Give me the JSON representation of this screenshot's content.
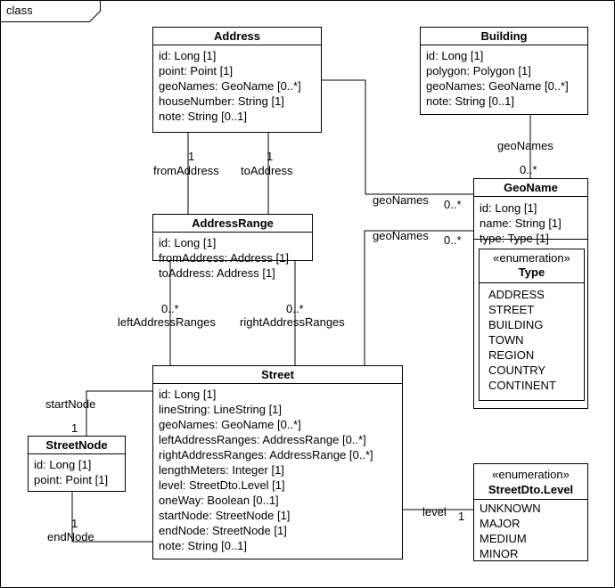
{
  "frame": {
    "label": "class"
  },
  "classes": {
    "address": {
      "name": "Address",
      "attributes": [
        "id: Long [1]",
        "point: Point [1]",
        "geoNames: GeoName [0..*]",
        "houseNumber: String [1]",
        "note: String [0..1]"
      ]
    },
    "building": {
      "name": "Building",
      "attributes": [
        "id: Long [1]",
        "polygon: Polygon [1]",
        "geoNames: GeoName [0..*]",
        "note: String [0..1]"
      ]
    },
    "geoname": {
      "name": "GeoName",
      "attributes": [
        "id: Long [1]",
        "name: String [1]",
        "type: Type [1]"
      ]
    },
    "type_enum": {
      "stereotype": "«enumeration»",
      "name": "Type",
      "literals": [
        "ADDRESS",
        "STREET",
        "BUILDING",
        "TOWN",
        "REGION",
        "COUNTRY",
        "CONTINENT"
      ]
    },
    "addressrange": {
      "name": "AddressRange",
      "attributes": [
        "id: Long [1]",
        "fromAddress: Address [1]",
        "toAddress: Address [1]"
      ]
    },
    "street": {
      "name": "Street",
      "attributes": [
        "id: Long [1]",
        "lineString: LineString [1]",
        "geoNames: GeoName [0..*]",
        "leftAddressRanges: AddressRange [0..*]",
        "rightAddressRanges: AddressRange [0..*]",
        "lengthMeters: Integer [1]",
        "level: StreetDto.Level [1]",
        "oneWay: Boolean [0..1]",
        "startNode: StreetNode [1]",
        "endNode: StreetNode [1]",
        "note: String [0..1]"
      ]
    },
    "streetnode": {
      "name": "StreetNode",
      "attributes": [
        "id: Long [1]",
        "point: Point [1]"
      ]
    },
    "level_enum": {
      "stereotype": "«enumeration»",
      "name": "StreetDto.Level",
      "literals": [
        "UNKNOWN",
        "MAJOR",
        "MEDIUM",
        "MINOR"
      ]
    }
  },
  "associations": {
    "from_address": {
      "role": "fromAddress",
      "mult": "1"
    },
    "to_address": {
      "role": "toAddress",
      "mult": "1"
    },
    "address_geonames": {
      "role": "geoNames",
      "mult": "0..*"
    },
    "building_geonames": {
      "role": "geoNames",
      "mult": "0..*"
    },
    "street_geonames": {
      "role": "geoNames",
      "mult": "0..*"
    },
    "left_ranges": {
      "role": "leftAddressRanges",
      "mult": "0..*"
    },
    "right_ranges": {
      "role": "rightAddressRanges",
      "mult": "0..*"
    },
    "start_node": {
      "role": "startNode",
      "mult": "1"
    },
    "end_node": {
      "role": "endNode",
      "mult": "1"
    },
    "level": {
      "role": "level",
      "mult": "1"
    }
  }
}
